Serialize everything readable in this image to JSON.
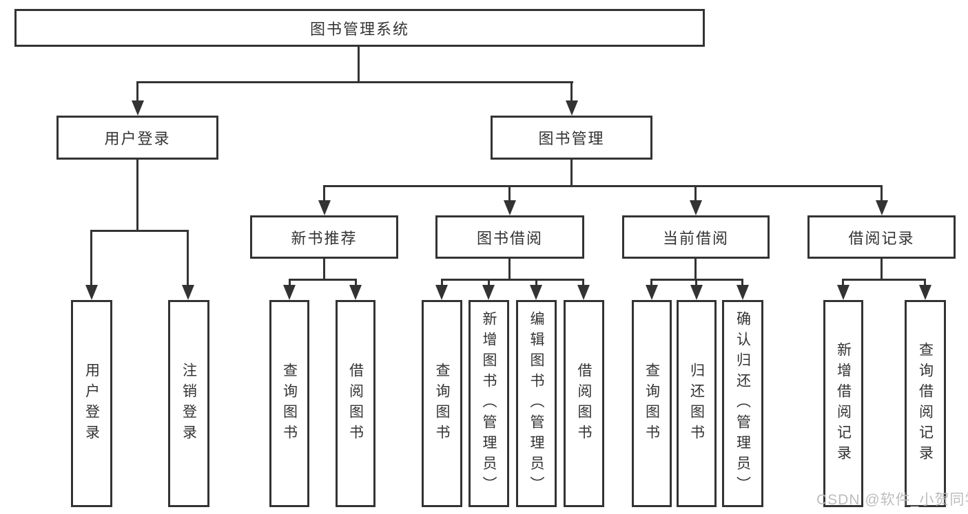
{
  "diagram": {
    "root": {
      "label": "图书管理系统"
    },
    "branches": [
      {
        "label": "用户登录",
        "children": [
          {
            "label": "用户登录"
          },
          {
            "label": "注销登录"
          }
        ]
      },
      {
        "label": "图书管理",
        "children": [
          {
            "label": "新书推荐",
            "children": [
              {
                "label": "查询图书"
              },
              {
                "label": "借阅图书"
              }
            ]
          },
          {
            "label": "图书借阅",
            "children": [
              {
                "label": "查询图书"
              },
              {
                "label": "新增图书（管理员）"
              },
              {
                "label": "编辑图书（管理员）"
              },
              {
                "label": "借阅图书"
              }
            ]
          },
          {
            "label": "当前借阅",
            "children": [
              {
                "label": "查询图书"
              },
              {
                "label": "归还图书"
              },
              {
                "label": "确认归还（管理员）"
              }
            ]
          },
          {
            "label": "借阅记录",
            "children": [
              {
                "label": "新增借阅记录"
              },
              {
                "label": "查询借阅记录"
              }
            ]
          }
        ]
      }
    ]
  },
  "watermark": {
    "text": "CSDN @软件_小贺同学"
  },
  "colors": {
    "line": "#333333",
    "text": "#333333",
    "watermark": "#bdbdbd",
    "background": "#ffffff"
  }
}
